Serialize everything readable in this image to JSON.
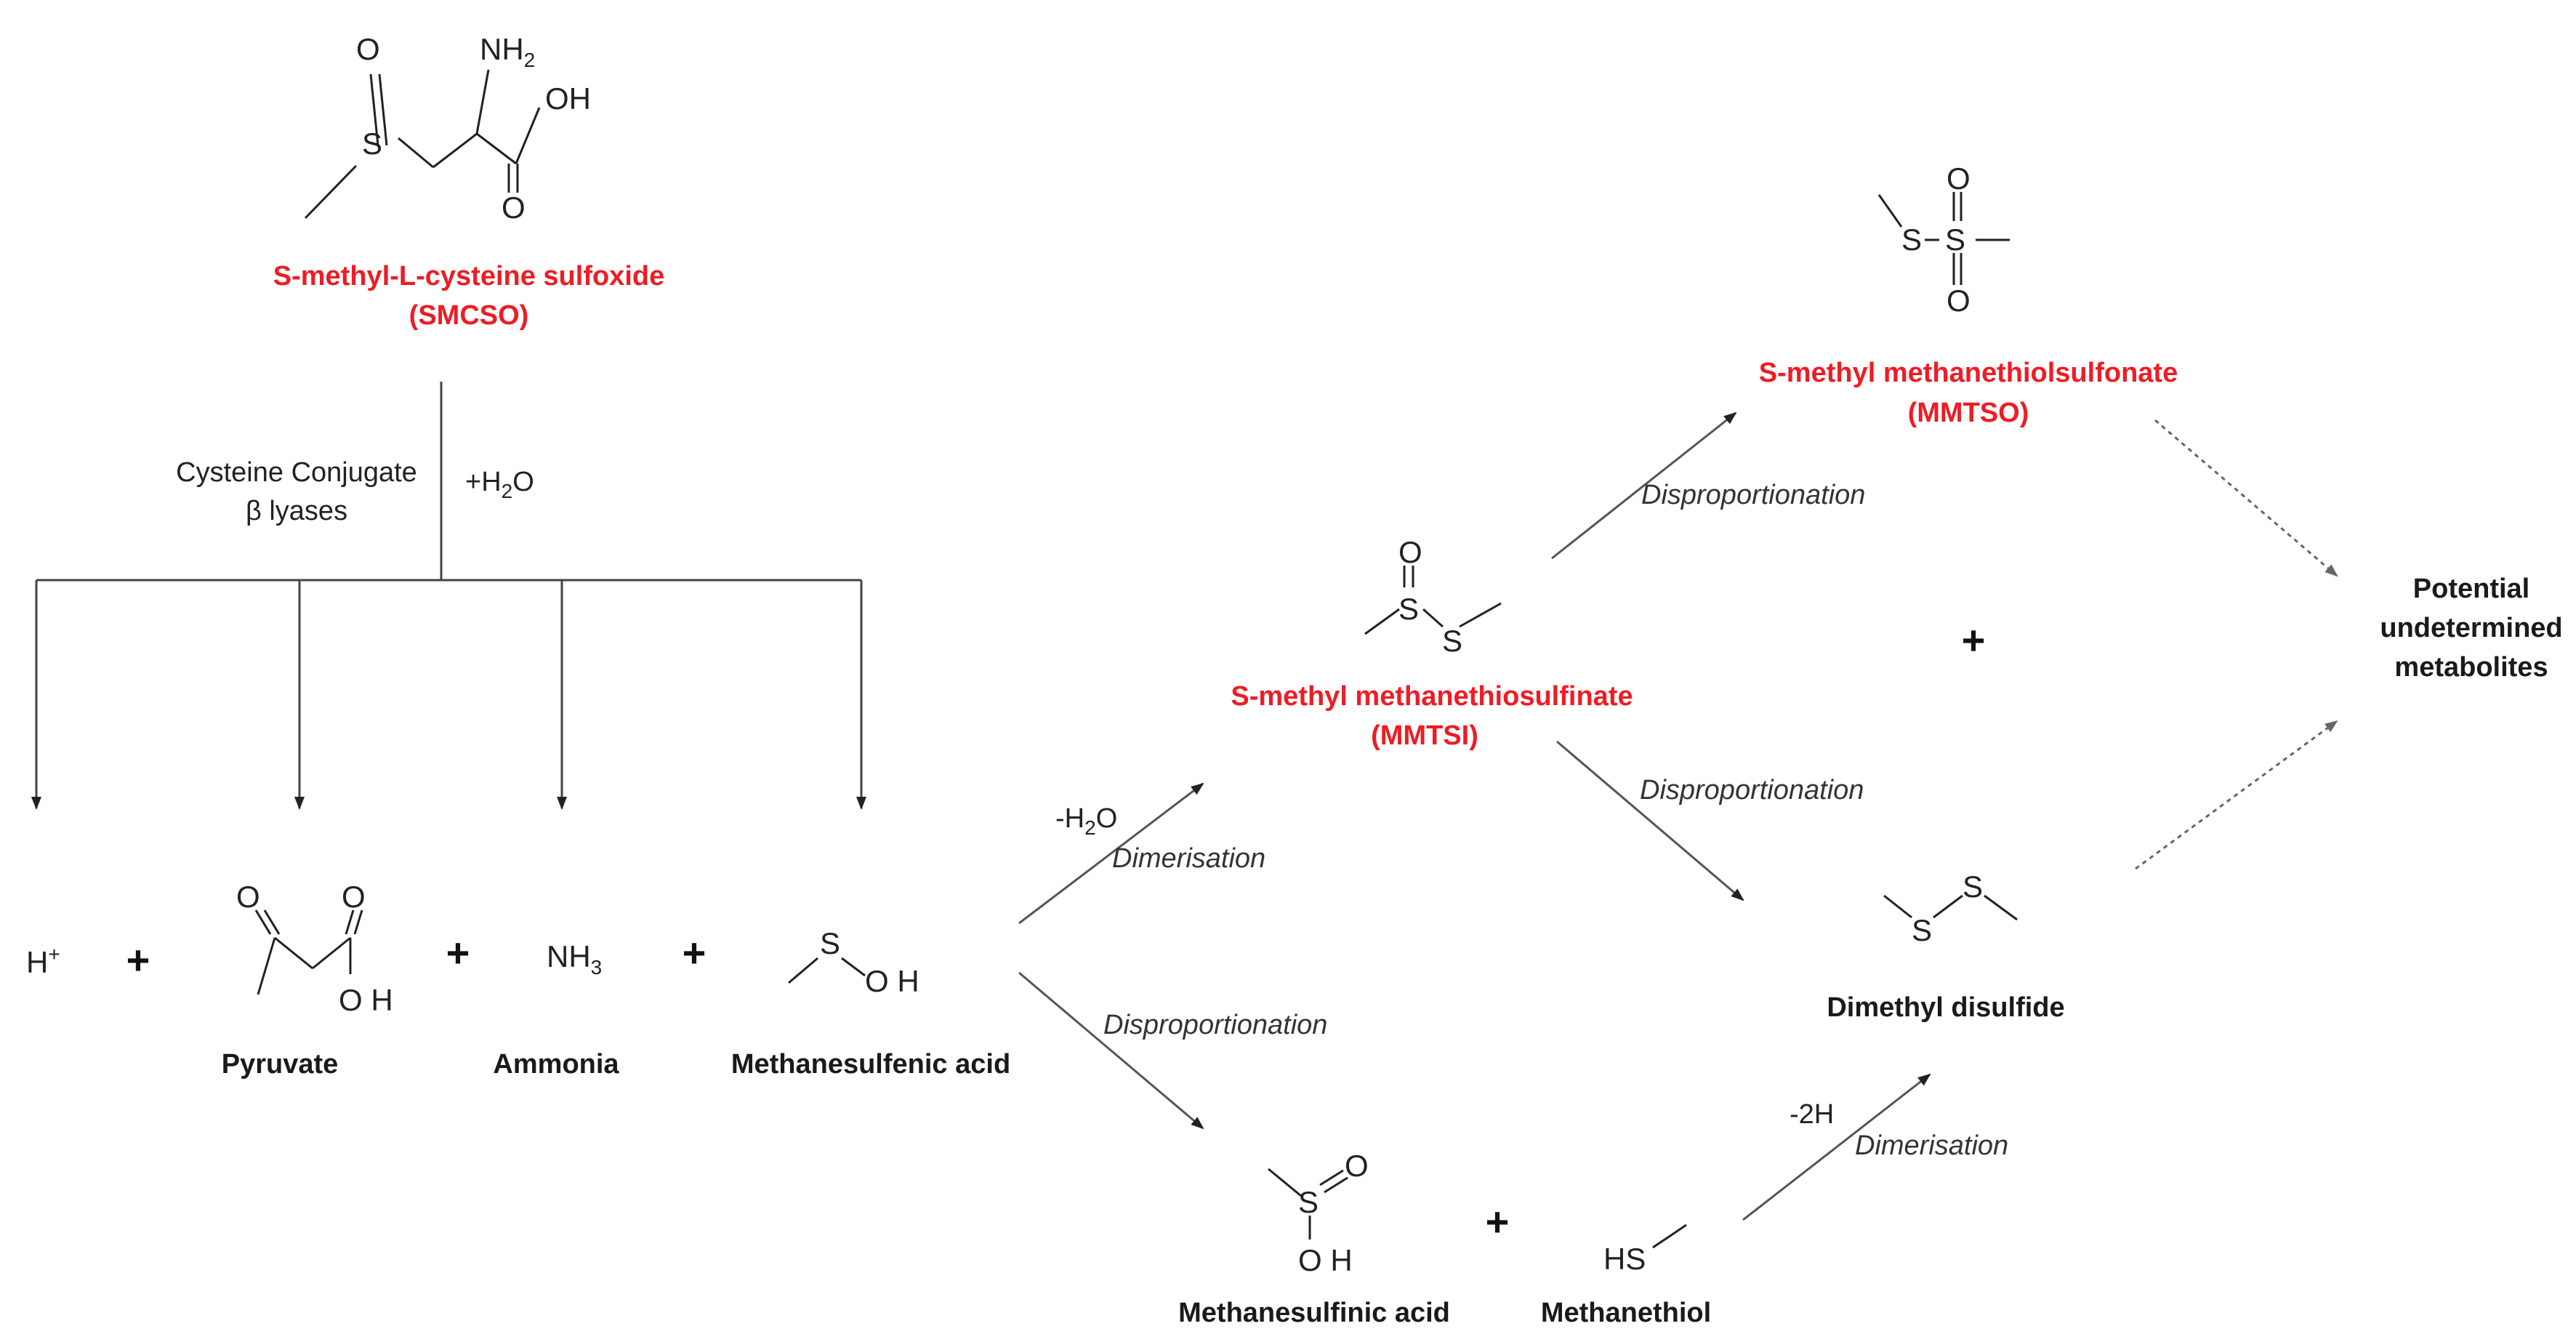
{
  "compounds": {
    "smcso": {
      "name": "S-methyl-L-cysteine sulfoxide",
      "abbr": "(SMCSO)"
    },
    "mmtsi": {
      "name": "S-methyl methanethiosulfinate",
      "abbr": "(MMTSI)"
    },
    "mmtso": {
      "name": "S-methyl methanethiolsulfonate",
      "abbr": "(MMTSO)"
    },
    "pyruvate": "Pyruvate",
    "ammonia": "Ammonia",
    "methanesulfenic": "Methanesulfenic acid",
    "methanesulfinic": "Methanesulfinic acid",
    "methanethiol": "Methanethiol",
    "dms": "Dimethyl disulfide",
    "potential": [
      "Potential",
      "undetermined",
      "metabolites"
    ]
  },
  "labels": {
    "enzyme": [
      "Cysteine Conjugate",
      "β lyases"
    ],
    "water_add": "+H",
    "water_add_tail": "O",
    "water_loss": "-H",
    "water_loss_tail": "O",
    "dimerisation": "Dimerisation",
    "disproportionation": "Disproportionation",
    "minus_2h": "-2H",
    "plus": "+"
  },
  "atoms": {
    "O": "O",
    "S": "S",
    "NH": "NH",
    "two": "2",
    "three": "3",
    "OH": "OH",
    "H": "H",
    "proton_sup": "+",
    "O_H": "O H",
    "HS": "HS"
  },
  "colors": {
    "highlight": "#ee1c24",
    "text": "#1a1a1a",
    "arrow": "#555555"
  }
}
